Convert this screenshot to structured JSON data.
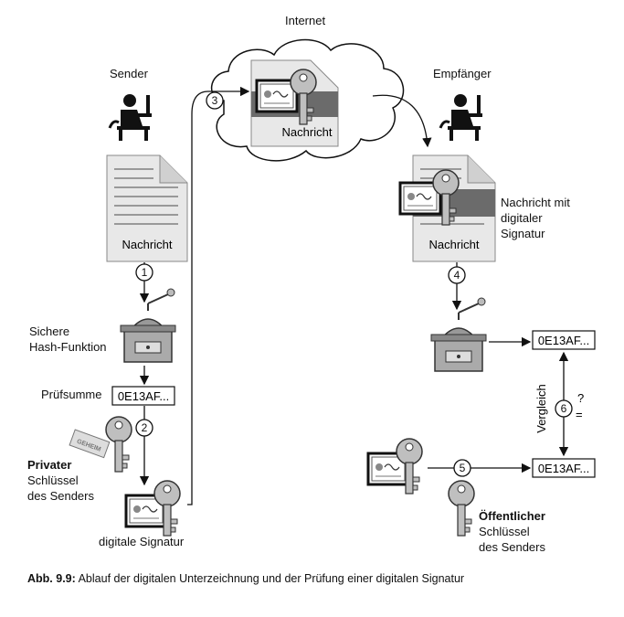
{
  "labels": {
    "internet": "Internet",
    "sender": "Sender",
    "empfaenger": "Empfänger",
    "nachricht_sender": "Nachricht",
    "nachricht_internet": "Nachricht",
    "nachricht_empfaenger": "Nachricht",
    "nachricht_mit": "Nachricht mit",
    "digitaler": "digitaler",
    "signatur": "Signatur",
    "sichere": "Sichere",
    "hash_funktion": "Hash-Funktion",
    "pruefsumme": "Prüfsumme",
    "checksum_sender": "0E13AF...",
    "checksum_receiver_top": "0E13AF...",
    "checksum_receiver_bottom": "0E13AF...",
    "privater": "Privater",
    "schluessel_priv": "Schlüssel",
    "des_senders_priv": "des Senders",
    "digitale_signatur": "digitale Signatur",
    "oeffentlicher": "Öffentlicher",
    "schluessel_pub": "Schlüssel",
    "des_senders_pub": "des Senders",
    "vergleich": "Vergleich",
    "question": "?",
    "equals": "=",
    "geheim_stamp": "GEHEIM"
  },
  "steps": [
    "1",
    "2",
    "3",
    "4",
    "5",
    "6"
  ],
  "caption": {
    "prefix": "Abb. 9.9:",
    "text": "Ablauf der digitalen Unterzeichnung und der Prüfung einer digitalen Signatur"
  },
  "colors": {
    "document_fill": "#e8e8e8",
    "signature_band": "#6b6b6b",
    "line": "#111111"
  }
}
